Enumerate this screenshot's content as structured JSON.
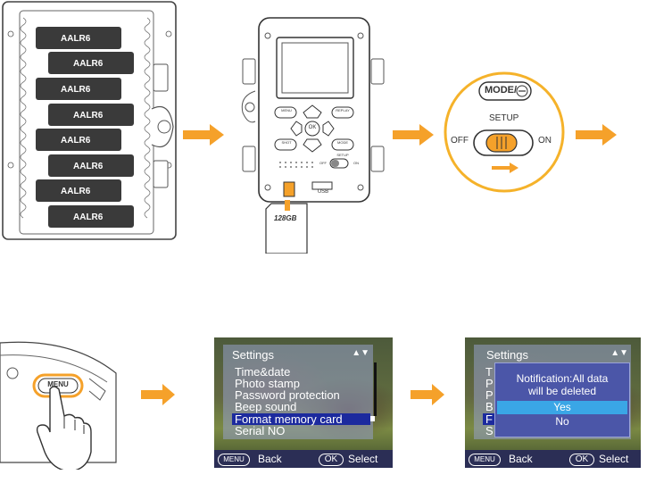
{
  "battery": {
    "labels": [
      "AALR6",
      "AALR6",
      "AALR6",
      "AALR6",
      "AALR6",
      "AALR6",
      "AALR6",
      "AALR6"
    ]
  },
  "camera": {
    "btn_menu": "MENU",
    "btn_replay": "REPLAY",
    "btn_ok": "OK",
    "btn_shot": "SHOT",
    "btn_mode": "MODE",
    "switch_setup": "SETUP",
    "switch_off": "OFF",
    "switch_on": "ON",
    "usb_label": "USB",
    "sd_capacity": "128GB"
  },
  "zoom": {
    "mode_label": "MODE/",
    "setup_label": "SETUP",
    "off_label": "OFF",
    "on_label": "ON"
  },
  "finger": {
    "menu_label": "MENU"
  },
  "settings_screen": {
    "title": "Settings",
    "arrows": "▲▼",
    "items": [
      "Time&date",
      "Photo stamp",
      "Password protection",
      "Beep sound",
      "Format memory card",
      "Serial NO"
    ],
    "selected_index": 4,
    "footer_menu_pill": "MENU",
    "footer_back": "Back",
    "footer_ok_pill": "OK",
    "footer_select": "Select"
  },
  "confirm_screen": {
    "title": "Settings",
    "arrows": "▲▼",
    "letters": [
      "T",
      "P",
      "P",
      "B",
      "F",
      "S"
    ],
    "notification_line1": "Notification:All data",
    "notification_line2": "will be deleted",
    "yes": "Yes",
    "no": "No",
    "footer_menu_pill": "MENU",
    "footer_back": "Back",
    "footer_ok_pill": "OK",
    "footer_select": "Select"
  },
  "colors": {
    "accent": "#f5a12a",
    "selected": "#1c2a9e",
    "dialog": "#4b56a8",
    "yes": "#3aa6e6"
  }
}
